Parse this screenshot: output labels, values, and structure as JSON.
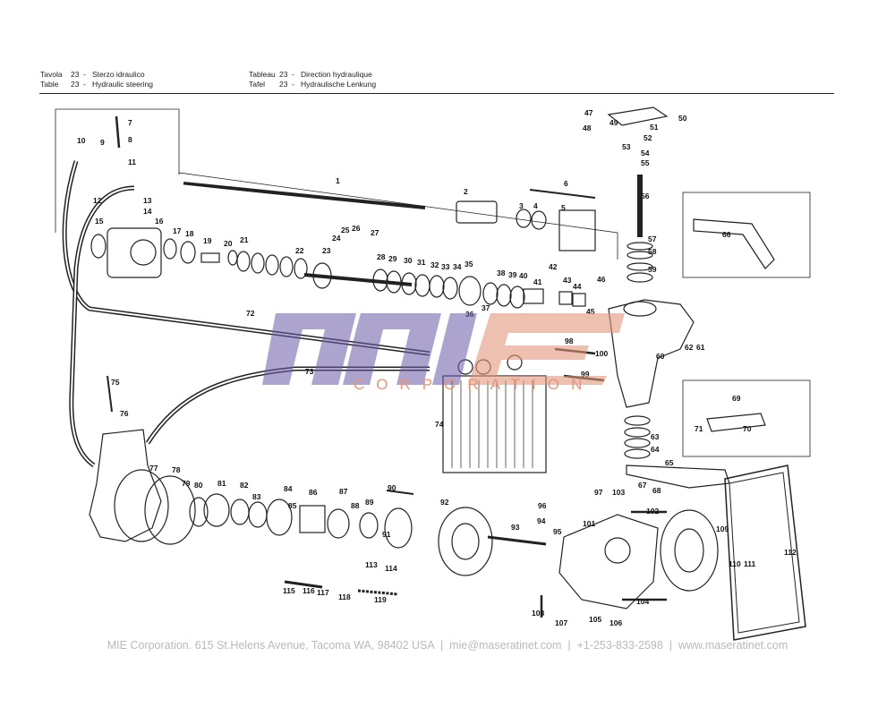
{
  "header": {
    "left": [
      {
        "label": "Tavola",
        "num": "23",
        "sep": "-",
        "text": "Sterzo idraulico"
      },
      {
        "label": "Table",
        "num": "23",
        "sep": "-",
        "text": "Hydraulic steering"
      }
    ],
    "right": [
      {
        "label": "Tableau",
        "num": "23",
        "sep": "-",
        "text": "Direction hydraulique"
      },
      {
        "label": "Tafel",
        "num": "23",
        "sep": "-",
        "text": "Hydraulische Lenkung"
      }
    ]
  },
  "watermark": {
    "brand": "mie",
    "word": "CORPORATION"
  },
  "part_numbers": [
    "1",
    "2",
    "3",
    "4",
    "5",
    "6",
    "7",
    "8",
    "9",
    "10",
    "11",
    "12",
    "13",
    "14",
    "15",
    "16",
    "17",
    "18",
    "19",
    "20",
    "21",
    "22",
    "23",
    "24",
    "25",
    "26",
    "27",
    "28",
    "29",
    "30",
    "31",
    "32",
    "33",
    "34",
    "35",
    "36",
    "37",
    "38",
    "39",
    "40",
    "41",
    "42",
    "43",
    "44",
    "45",
    "46",
    "47",
    "48",
    "49",
    "50",
    "51",
    "52",
    "53",
    "54",
    "55",
    "56",
    "57",
    "58",
    "59",
    "60",
    "61",
    "62",
    "63",
    "64",
    "65",
    "66",
    "67",
    "68",
    "69",
    "70",
    "71",
    "72",
    "73",
    "74",
    "75",
    "76",
    "77",
    "78",
    "79",
    "80",
    "81",
    "82",
    "83",
    "84",
    "85",
    "86",
    "87",
    "88",
    "89",
    "90",
    "91",
    "92",
    "93",
    "94",
    "95",
    "96",
    "97",
    "98",
    "99",
    "100",
    "101",
    "102",
    "103",
    "104",
    "105",
    "106",
    "107",
    "108",
    "109",
    "110",
    "111",
    "112",
    "113",
    "114",
    "115",
    "116",
    "117",
    "118",
    "119"
  ],
  "footer": {
    "company": "MIE Corporation. 615 St.Helens Avenue, Tacoma WA, 98402 USA",
    "email": "mie@maseratinet.com",
    "phone": "+1-253-833-2598",
    "website": "www.maseratinet.com",
    "sep": "|"
  }
}
